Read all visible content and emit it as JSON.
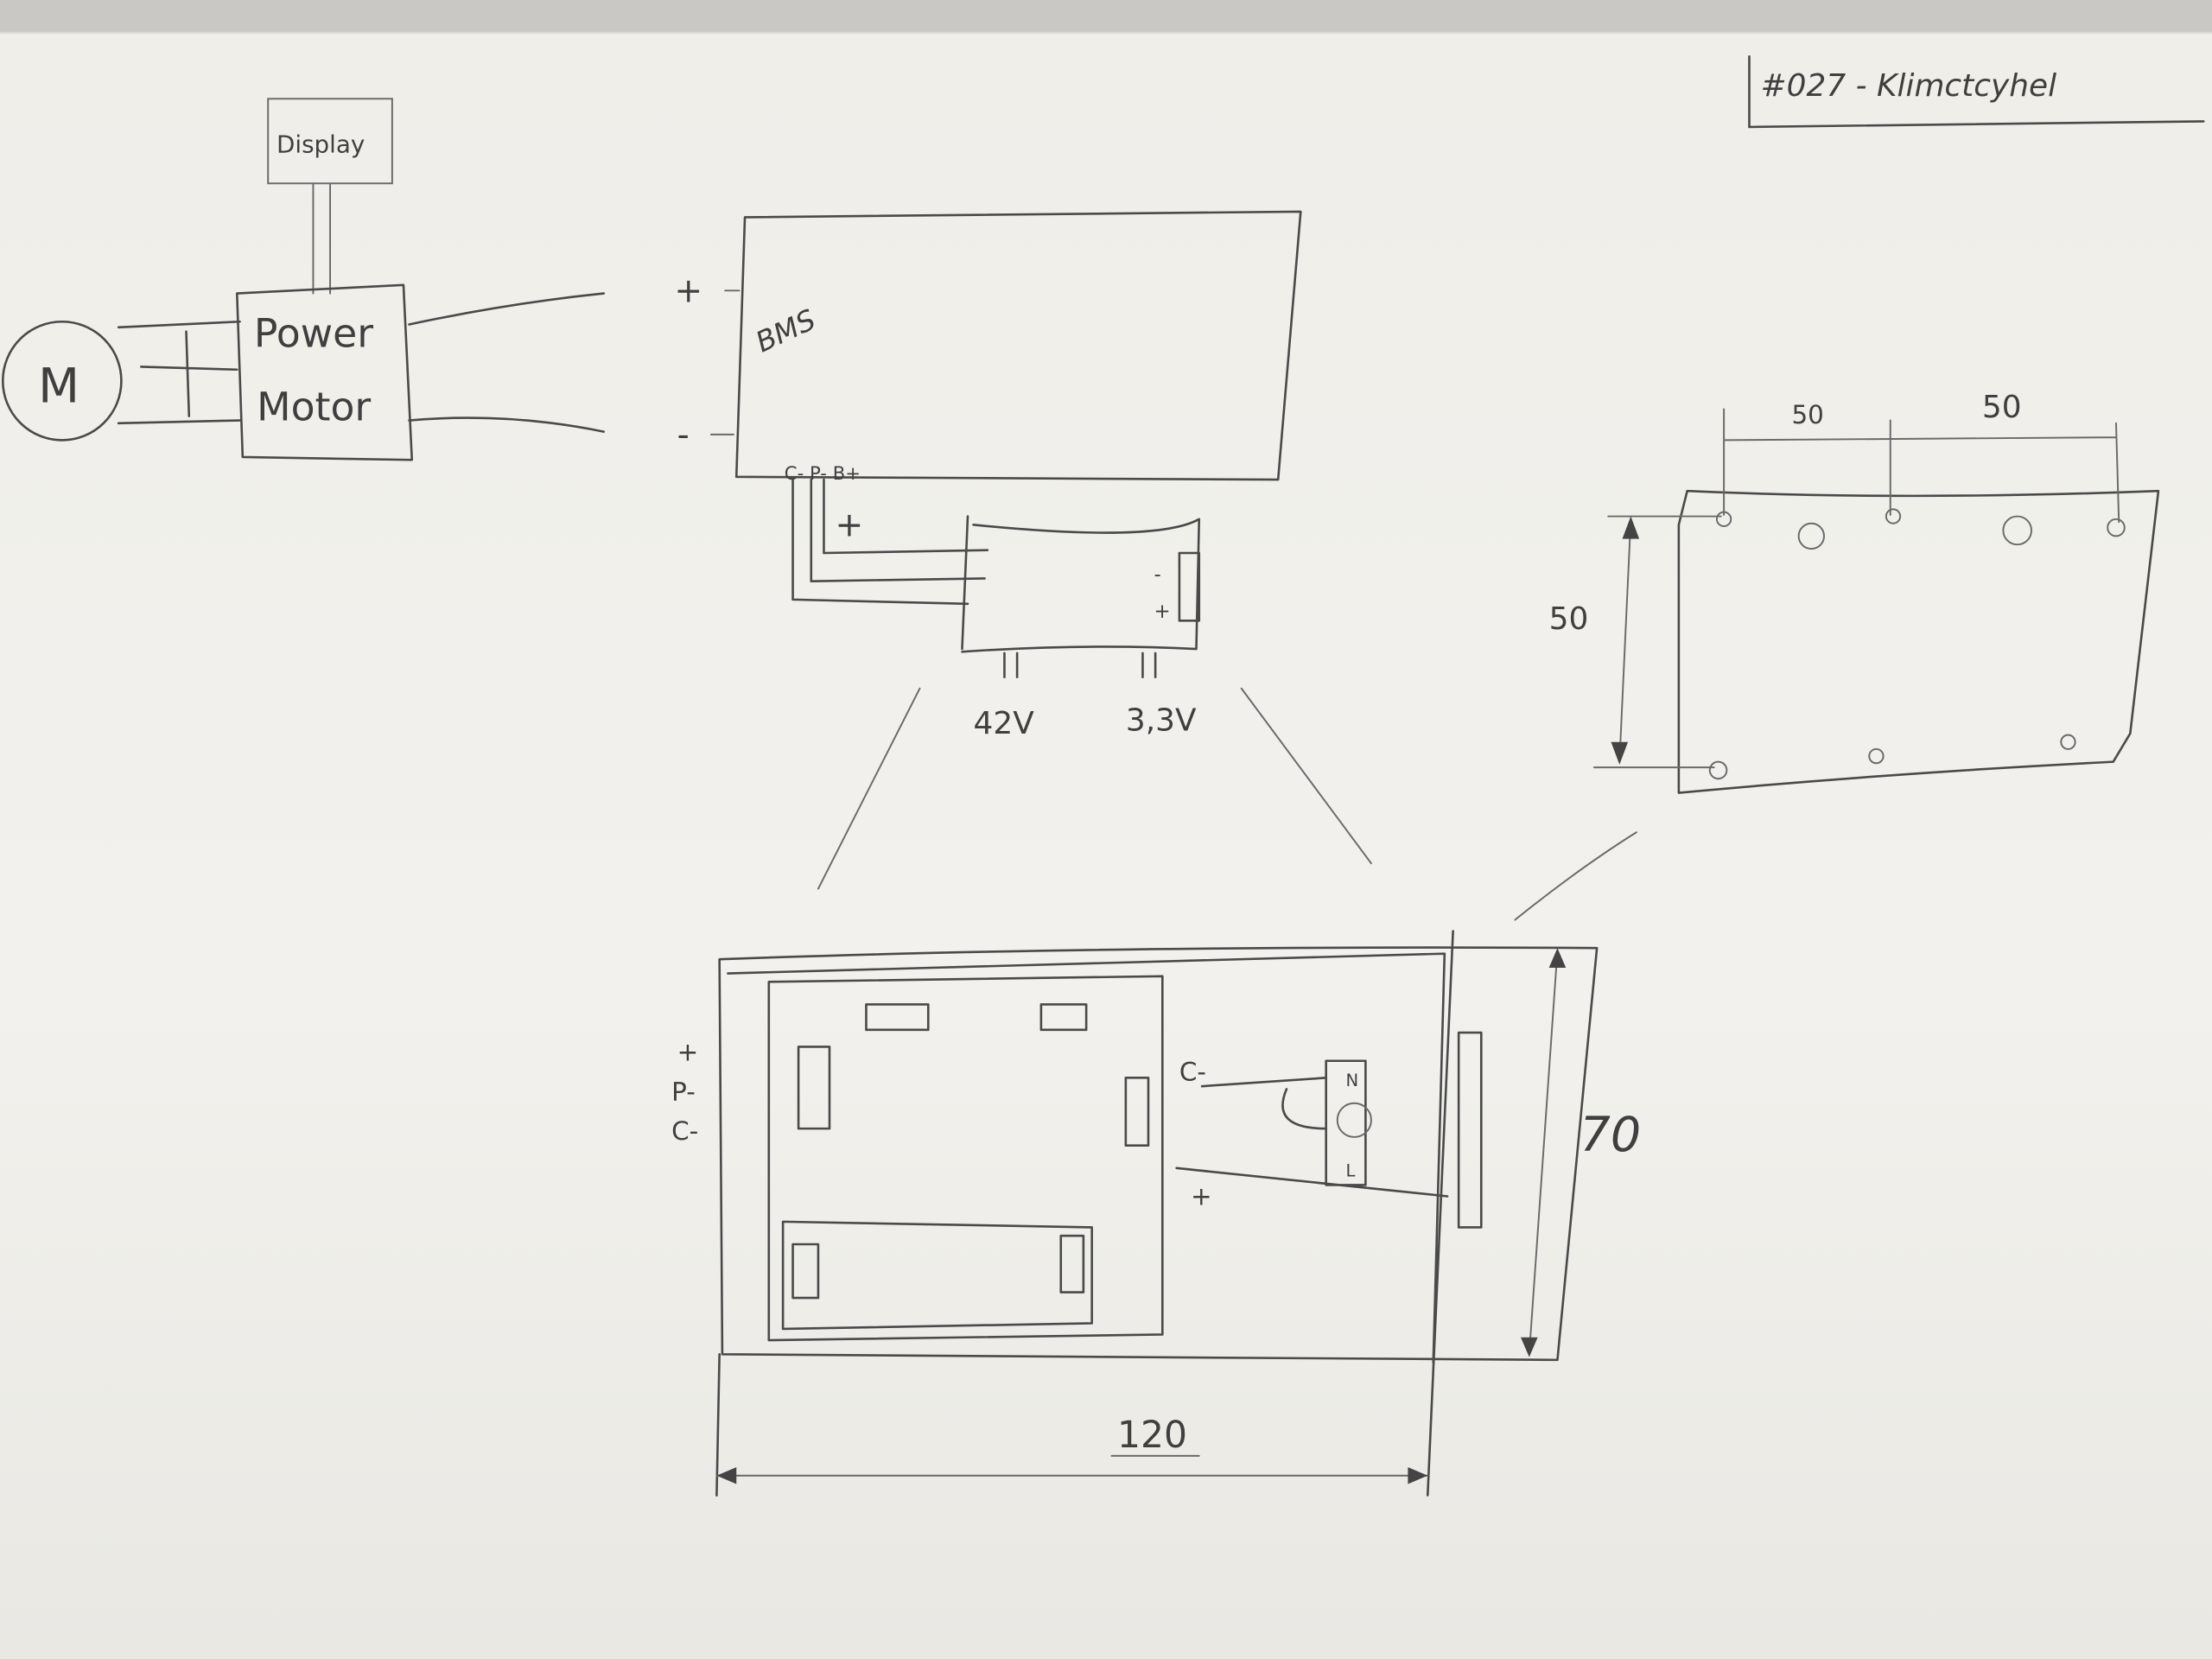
{
  "title": "#027 - Klimctcyhel",
  "motor": {
    "label": "M"
  },
  "display": {
    "label": "Display"
  },
  "power_motor": {
    "line1": "Power",
    "line2": "Motor"
  },
  "bms": {
    "label": "BMS",
    "plus": "+",
    "minus": "-",
    "pins": "C- P- B+"
  },
  "converter": {
    "plus": "+",
    "out_left": "42V",
    "out_right": "3,3V",
    "terminal_minus": "-",
    "terminal_plus": "+"
  },
  "enclosure": {
    "left_pins": [
      "+",
      "P-",
      "C-"
    ],
    "inner_labels": {
      "c_minus": "C-",
      "plus": "+",
      "n": "N",
      "l": "L"
    },
    "width": "120",
    "height": "70"
  },
  "hole_pattern": {
    "spacing_left": "50",
    "spacing_right": "50",
    "height": "50"
  }
}
